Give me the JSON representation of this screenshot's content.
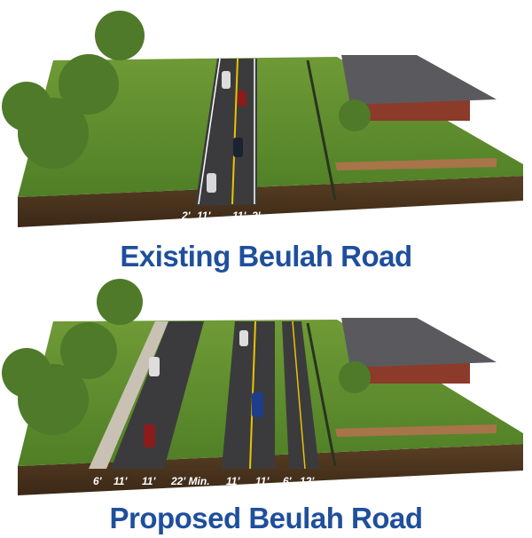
{
  "existing": {
    "title": "Existing Beulah Road",
    "dimensions": [
      "2'",
      "11'",
      "11'",
      "2'"
    ]
  },
  "proposed": {
    "title": "Proposed Beulah Road",
    "dimensions": [
      "6'",
      "11'",
      "11'",
      "22' Min.",
      "11'",
      "11'",
      "6'",
      "12'"
    ]
  },
  "colors": {
    "title": "#1f4f9c",
    "grass": "#5d8a2c",
    "soil": "#4a3320",
    "asphalt": "#3a3a3c",
    "lane_yellow": "#e8c400"
  }
}
